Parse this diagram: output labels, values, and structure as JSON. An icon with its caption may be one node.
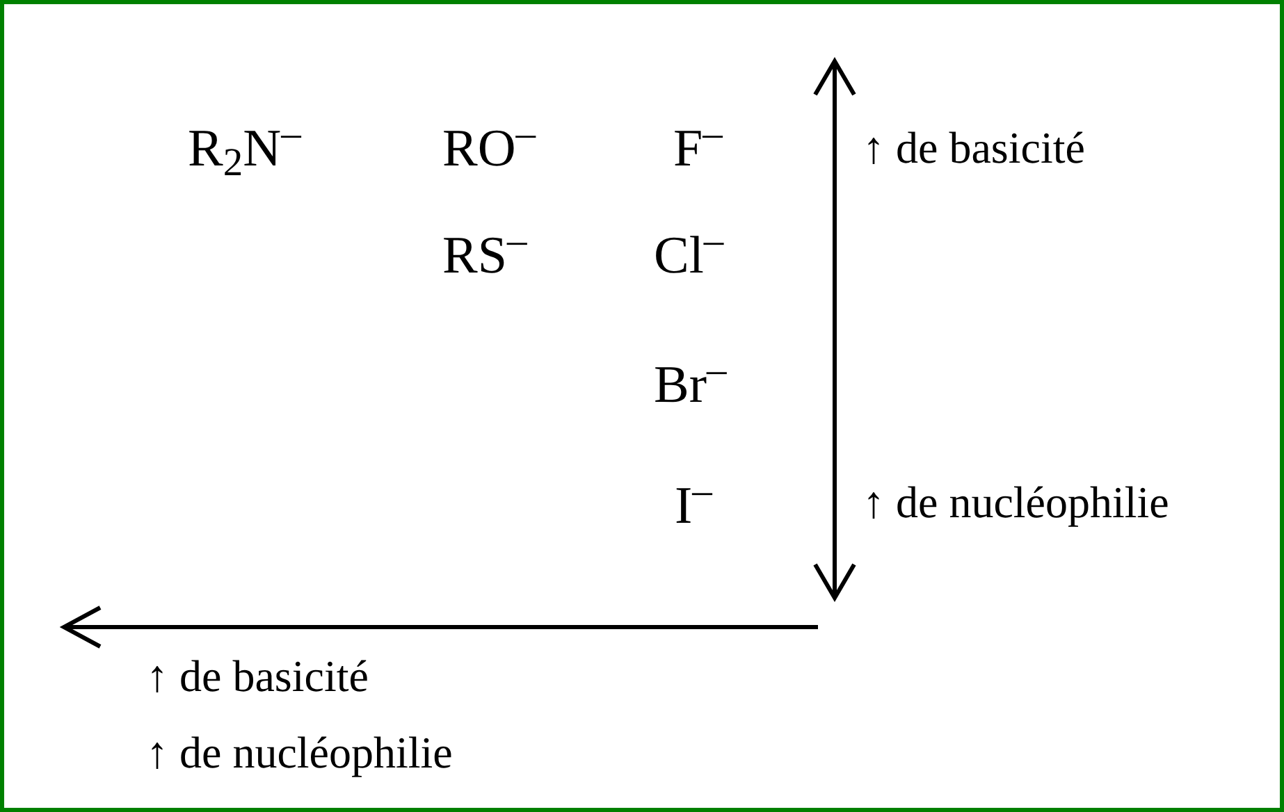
{
  "diagram": {
    "labels": [
      "R$_{2}$N$^{–}$",
      "RO$^{–}$",
      "F$^{–}$",
      "RS$^{–}$",
      "Cl$^{–}$",
      "Br$^{–}$",
      "I$^{–}$",
      "↑ de basicité",
      "↑ de nucléophilie",
      "↑ de basicité",
      "↑ de nucléophilie"
    ]
  }
}
